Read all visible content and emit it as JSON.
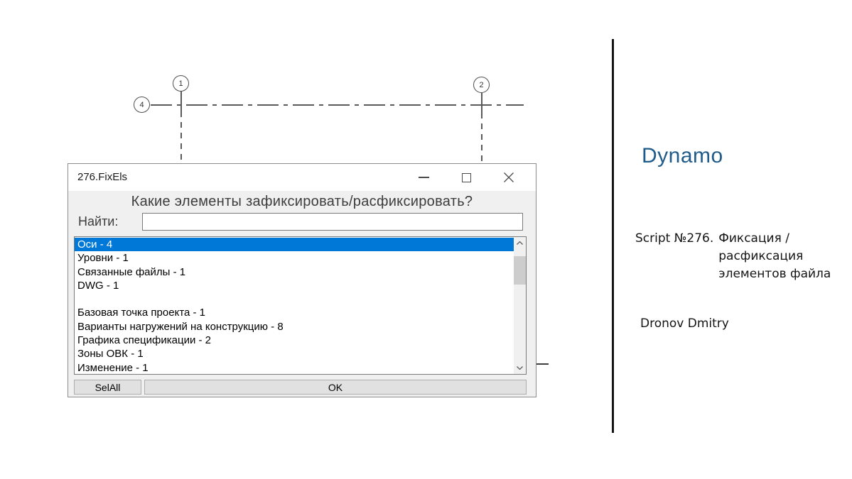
{
  "drawing": {
    "grid_bubbles": [
      {
        "label": "1"
      },
      {
        "label": "2"
      },
      {
        "label": "4"
      }
    ]
  },
  "dialog": {
    "title": "276.FixEls",
    "header": "Какие элементы зафиксировать/расфиксировать?",
    "search": {
      "label": "Найти:",
      "value": ""
    },
    "list": {
      "items": [
        {
          "label": "Оси - 4",
          "selected": true
        },
        {
          "label": "Уровни - 1",
          "selected": false
        },
        {
          "label": "Связанные файлы - 1",
          "selected": false
        },
        {
          "label": "DWG - 1",
          "selected": false
        },
        {
          "label": "",
          "selected": false
        },
        {
          "label": "Базовая точка проекта - 1",
          "selected": false
        },
        {
          "label": "Варианты нагружений на конструкцию - 8",
          "selected": false
        },
        {
          "label": "Графика спецификации - 2",
          "selected": false
        },
        {
          "label": "Зоны ОВК - 1",
          "selected": false
        },
        {
          "label": "Изменение - 1",
          "selected": false
        }
      ]
    },
    "buttons": {
      "select_all": "SelAll",
      "ok": "OK"
    }
  },
  "side_panel": {
    "app_name": "Dynamo",
    "script_label": "Script №276.",
    "script_desc_lines": [
      "Фиксация /",
      "расфиксация",
      "элементов файла"
    ],
    "author": "Dronov Dmitry"
  },
  "colors": {
    "selection_blue": "#0078d7",
    "dynamo_blue": "#1f5c8b"
  }
}
